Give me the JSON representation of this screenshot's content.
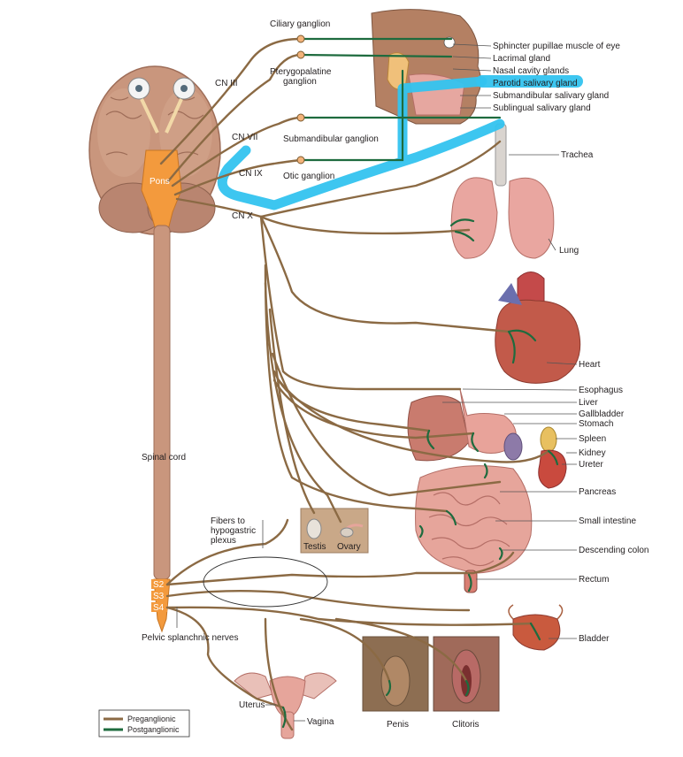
{
  "labels": {
    "ciliary_ganglion": "Ciliary ganglion",
    "pterygopalatine_1": "Pterygopalatine",
    "pterygopalatine_2": "ganglion",
    "submandibular_ganglion": "Submandibular ganglion",
    "otic_ganglion": "Otic ganglion",
    "cn3": "CN III",
    "cn7": "CN VII",
    "cn9": "CN IX",
    "cn10": "CN X",
    "pons": "Pons",
    "spinal_cord": "Spinal cord",
    "s2": "S2",
    "s3": "S3",
    "s4": "S4",
    "pelvic_splanchnic": "Pelvic splanchnic nerves",
    "fibers_1": "Fibers to",
    "fibers_2": "hypogastric",
    "fibers_3": "plexus",
    "testis": "Testis",
    "ovary": "Ovary",
    "uterus": "Uterus",
    "vagina": "Vagina",
    "penis": "Penis",
    "clitoris": "Clitoris"
  },
  "targets": [
    "Sphincter pupillae muscle of eye",
    "Lacrimal gland",
    "Nasal cavity glands",
    "Parotid salivary gland",
    "Submandibular salivary gland",
    "Sublingual salivary gland",
    "Trachea",
    "Lung",
    "Heart",
    "Esophagus",
    "Liver",
    "Gallbladder",
    "Stomach",
    "Spleen",
    "Kidney",
    "Ureter",
    "Pancreas",
    "Small intestine",
    "Descending colon",
    "Rectum",
    "Bladder"
  ],
  "legend": {
    "preganglionic": "Preganglionic",
    "postganglionic": "Postganglionic",
    "preganglionic_color": "#8b6a44",
    "postganglionic_color": "#1e6b3e"
  },
  "colors": {
    "highlight": "#33c3ef",
    "brain": "#c9967d",
    "brainstem": "#f39a3d",
    "organ_pink": "#e9a6a0"
  }
}
